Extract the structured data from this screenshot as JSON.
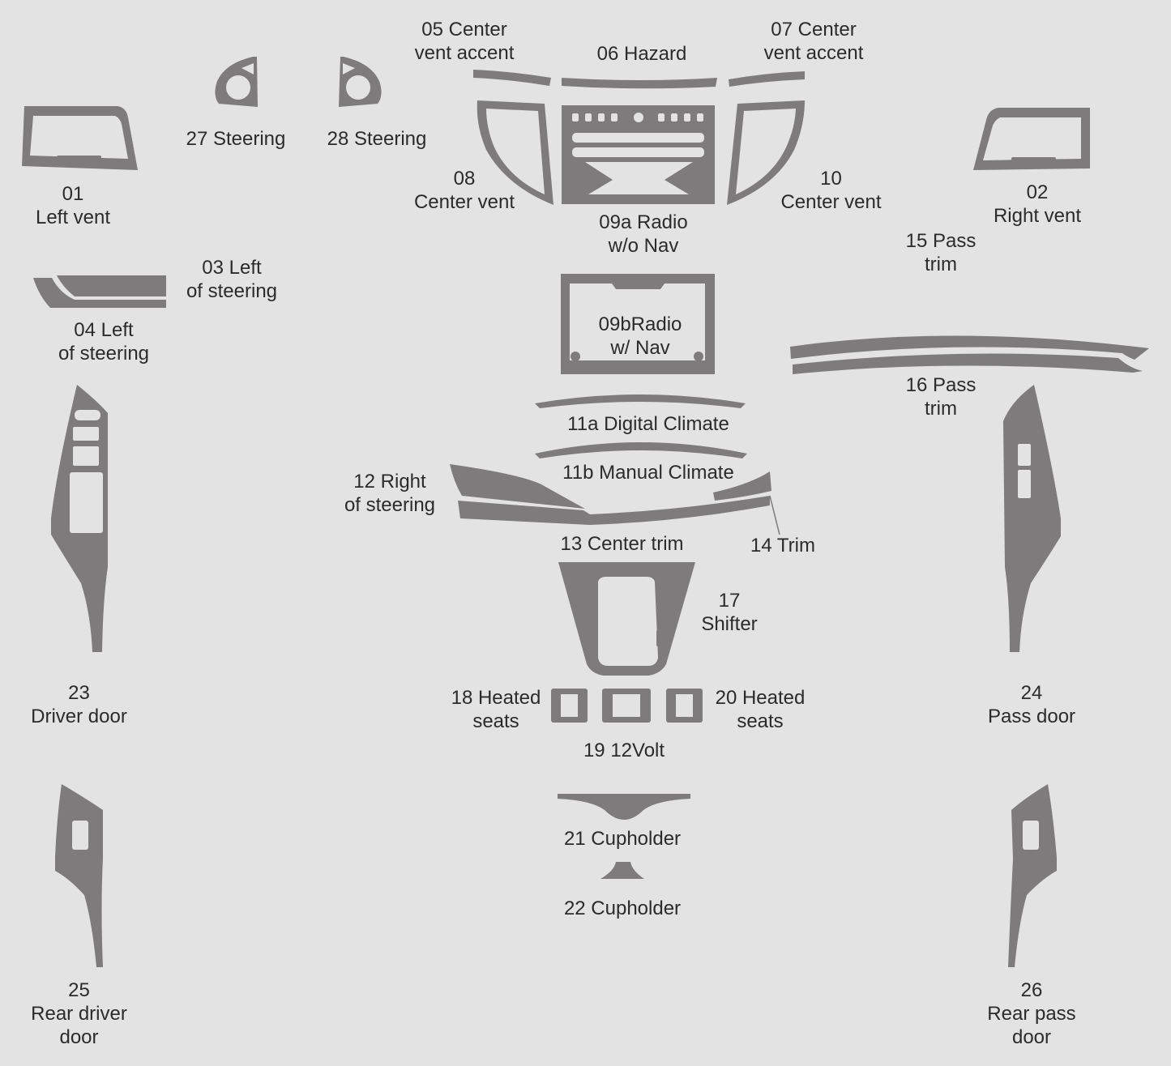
{
  "colors": {
    "background": "#e3e3e3",
    "part": "#7d7b7c",
    "text": "#2b2b2b"
  },
  "parts": [
    {
      "id": "l01",
      "lines": [
        "01",
        "Left vent"
      ]
    },
    {
      "id": "l02",
      "lines": [
        "02",
        "Right vent"
      ]
    },
    {
      "id": "l03",
      "lines": [
        "03 Left",
        "of steering"
      ]
    },
    {
      "id": "l04",
      "lines": [
        "04 Left",
        "of steering"
      ]
    },
    {
      "id": "l05",
      "lines": [
        "05 Center",
        "vent accent"
      ]
    },
    {
      "id": "l06",
      "lines": [
        "06 Hazard"
      ]
    },
    {
      "id": "l07",
      "lines": [
        "07 Center",
        "vent accent"
      ]
    },
    {
      "id": "l08",
      "lines": [
        "08",
        "Center vent"
      ]
    },
    {
      "id": "l09a",
      "lines": [
        "09a Radio",
        "w/o Nav"
      ]
    },
    {
      "id": "l09b",
      "lines": [
        "09bRadio",
        "w/ Nav"
      ]
    },
    {
      "id": "l10",
      "lines": [
        "10",
        "Center vent"
      ]
    },
    {
      "id": "l11a",
      "lines": [
        "11a Digital Climate"
      ]
    },
    {
      "id": "l11b",
      "lines": [
        "11b Manual Climate"
      ]
    },
    {
      "id": "l12",
      "lines": [
        "12 Right",
        "of steering"
      ]
    },
    {
      "id": "l13",
      "lines": [
        "13 Center trim"
      ]
    },
    {
      "id": "l14",
      "lines": [
        "14 Trim"
      ]
    },
    {
      "id": "l15",
      "lines": [
        "15 Pass",
        "trim"
      ]
    },
    {
      "id": "l16",
      "lines": [
        "16 Pass",
        "trim"
      ]
    },
    {
      "id": "l17",
      "lines": [
        "17",
        "Shifter"
      ]
    },
    {
      "id": "l18",
      "lines": [
        "18 Heated",
        "seats"
      ]
    },
    {
      "id": "l19",
      "lines": [
        "19 12Volt"
      ]
    },
    {
      "id": "l20",
      "lines": [
        "20 Heated",
        "seats"
      ]
    },
    {
      "id": "l21",
      "lines": [
        "21 Cupholder"
      ]
    },
    {
      "id": "l22",
      "lines": [
        "22 Cupholder"
      ]
    },
    {
      "id": "l23",
      "lines": [
        "23",
        "Driver door"
      ]
    },
    {
      "id": "l24",
      "lines": [
        "24",
        "Pass door"
      ]
    },
    {
      "id": "l25",
      "lines": [
        "25",
        "Rear driver",
        "door"
      ]
    },
    {
      "id": "l26",
      "lines": [
        "26",
        "Rear pass",
        "door"
      ]
    },
    {
      "id": "l27",
      "lines": [
        "27 Steering"
      ]
    },
    {
      "id": "l28",
      "lines": [
        "28 Steering"
      ]
    }
  ]
}
